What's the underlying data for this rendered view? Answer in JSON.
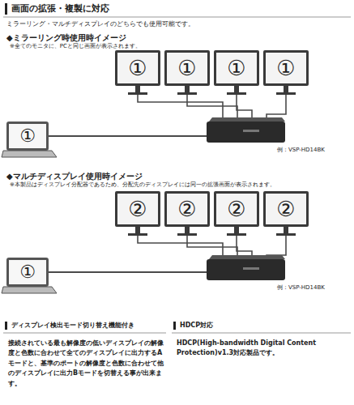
{
  "diagram": {
    "title": "画面の拡張・複製に対応",
    "nodes": [
      {
        "text": [
          "①"
        ]
      },
      {
        "text": [
          "①"
        ]
      },
      {
        "text": [
          "①"
        ]
      },
      {
        "text": [
          "①"
        ]
      },
      {
        "text": [
          "①"
        ]
      },
      {
        "text": [
          "②"
        ]
      },
      {
        "text": [
          "②"
        ]
      },
      {
        "text": [
          "②"
        ]
      },
      {
        "text": [
          "②"
        ]
      },
      {
        "text": [
          "①"
        ]
      }
    ],
    "edges": [
      {
        "from": 4,
        "to": 0,
        "arrow": "none"
      },
      {
        "from": 4,
        "to": 1,
        "arrow": "none"
      },
      {
        "from": 4,
        "to": 2,
        "arrow": "none"
      },
      {
        "from": 4,
        "to": 3,
        "arrow": "none"
      },
      {
        "from": 9,
        "to": 5,
        "arrow": "none"
      },
      {
        "from": 9,
        "to": 6,
        "arrow": "none"
      },
      {
        "from": 9,
        "to": 7,
        "arrow": "none"
      },
      {
        "from": 9,
        "to": 8,
        "arrow": "none"
      }
    ],
    "labels": [
      "ミラーリング・マルチディスプレイのどちらでも使用可能です。",
      "◆ミラーリング時使用時イメージ",
      "※全てのモニタに、PCと同じ画面が表示されます。",
      "例：VSP-HD14BK",
      "◆マルチディスプレイ使用時イメージ",
      "※本製品はディスプレイ分配器であるため、分配先のディスプレイには同一の拡張画面が表示されます。",
      "例：VSP-HD14BK",
      "ディスプレイ検出モード切り替え機能付き",
      "接続されている最も解像度の低いディスプレイの解像度と色数に合わせて全てのディスプレイに出力するAモードと、基準のポートの解像度と色数に合わせて他のディスプレイに出力Bモードを切替える事が出来ます。",
      "HDCP対応",
      "HDCP(High-bandwidth Digital Content Protection)v1.3対応製品です。"
    ]
  }
}
